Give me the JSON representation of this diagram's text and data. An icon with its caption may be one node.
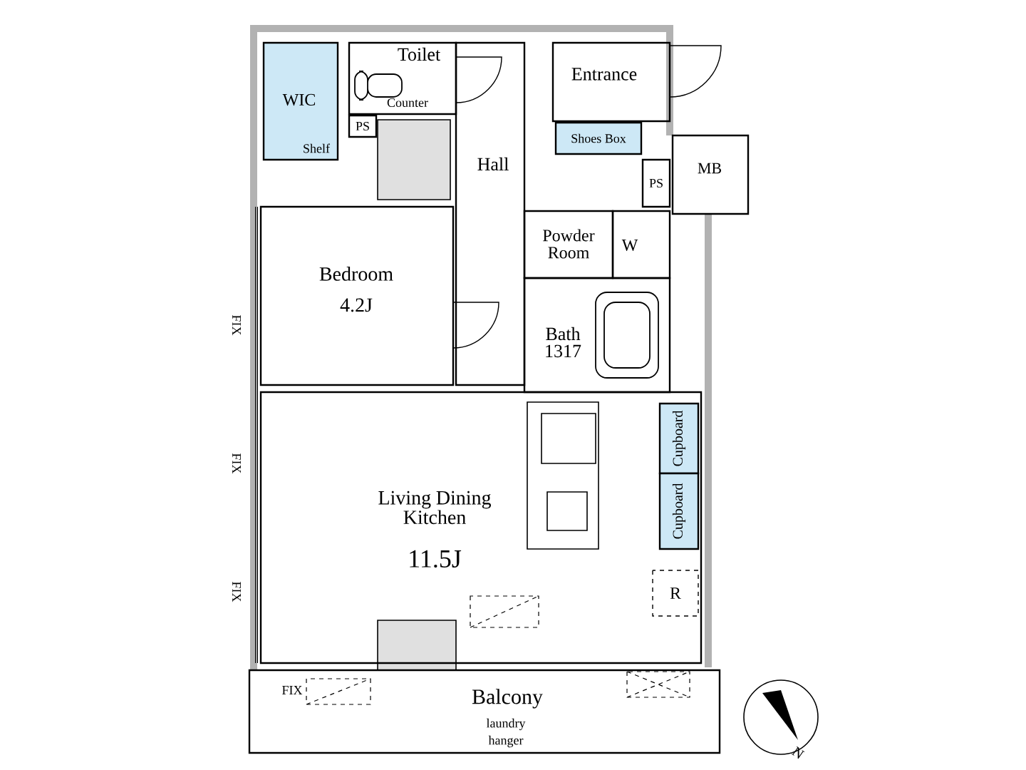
{
  "diagram": {
    "nodes": [
      {
        "text": [
          "WIC"
        ]
      },
      {
        "text": [
          "Toilet"
        ]
      },
      {
        "text": [
          "PS"
        ]
      },
      {
        "text": [
          "Entrance"
        ]
      },
      {
        "text": [
          "Shoes Box"
        ]
      },
      {
        "text": [
          "Hall"
        ]
      },
      {
        "text": [
          "MB"
        ]
      },
      {
        "text": [
          "PS"
        ]
      },
      {
        "text": [
          "Powder Room"
        ]
      },
      {
        "text": [
          "W"
        ]
      },
      {
        "text": [
          "Bath 1317"
        ]
      },
      {
        "text": [
          "Bedroom",
          "4.2J"
        ]
      },
      {
        "text": [
          "Living Dining Kitchen",
          "11.5J"
        ]
      },
      {
        "text": [
          "Cupboard"
        ],
        "in": 12
      },
      {
        "text": [
          "Cupboard"
        ],
        "in": 12
      },
      {
        "text": [
          "R"
        ],
        "in": 12
      },
      {
        "text": [
          "Balcony"
        ]
      }
    ],
    "labels": [
      "Counter",
      "Shelf",
      "FIX",
      "FIX",
      "FIX",
      "FIX",
      "laundry hanger",
      "N"
    ]
  }
}
